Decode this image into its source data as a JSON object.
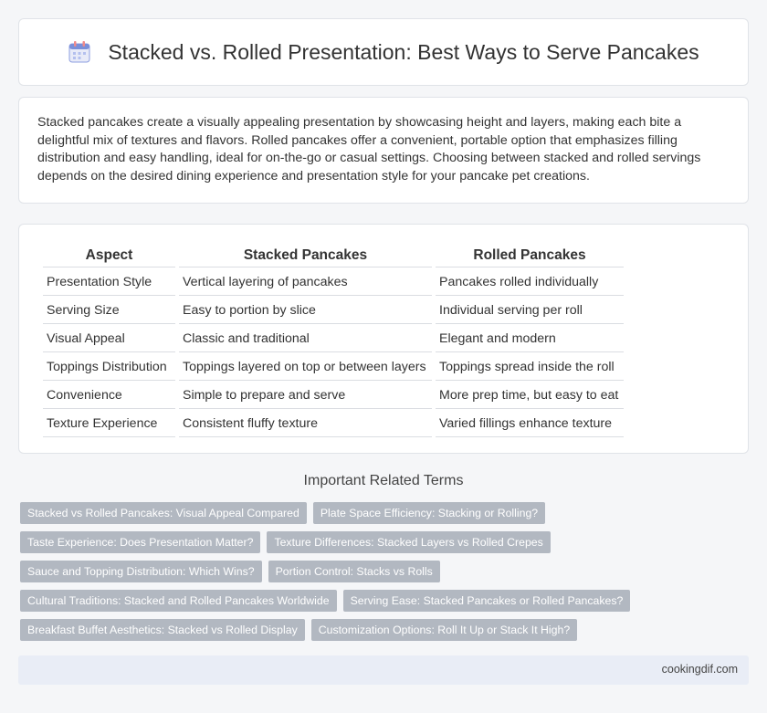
{
  "header": {
    "title": "Stacked vs. Rolled Presentation: Best Ways to Serve Pancakes",
    "icon": "calendar-icon"
  },
  "intro": {
    "text": "Stacked pancakes create a visually appealing presentation by showcasing height and layers, making each bite a delightful mix of textures and flavors. Rolled pancakes offer a convenient, portable option that emphasizes filling distribution and easy handling, ideal for on-the-go or casual settings. Choosing between stacked and rolled servings depends on the desired dining experience and presentation style for your pancake pet creations."
  },
  "table": {
    "headers": [
      "Aspect",
      "Stacked Pancakes",
      "Rolled Pancakes"
    ],
    "rows": [
      [
        "Presentation Style",
        "Vertical layering of pancakes",
        "Pancakes rolled individually"
      ],
      [
        "Serving Size",
        "Easy to portion by slice",
        "Individual serving per roll"
      ],
      [
        "Visual Appeal",
        "Classic and traditional",
        "Elegant and modern"
      ],
      [
        "Toppings Distribution",
        "Toppings layered on top or between layers",
        "Toppings spread inside the roll"
      ],
      [
        "Convenience",
        "Simple to prepare and serve",
        "More prep time, but easy to eat"
      ],
      [
        "Texture Experience",
        "Consistent fluffy texture",
        "Varied fillings enhance texture"
      ]
    ]
  },
  "related": {
    "title": "Important Related Terms",
    "tags": [
      "Stacked vs Rolled Pancakes: Visual Appeal Compared",
      "Plate Space Efficiency: Stacking or Rolling?",
      "Taste Experience: Does Presentation Matter?",
      "Texture Differences: Stacked Layers vs Rolled Crepes",
      "Sauce and Topping Distribution: Which Wins?",
      "Portion Control: Stacks vs Rolls",
      "Cultural Traditions: Stacked and Rolled Pancakes Worldwide",
      "Serving Ease: Stacked Pancakes or Rolled Pancakes?",
      "Breakfast Buffet Aesthetics: Stacked vs Rolled Display",
      "Customization Options: Roll It Up or Stack It High?"
    ]
  },
  "footer": {
    "site": "cookingdif.com"
  },
  "colors": {
    "tag_bg": "#b2b8c1",
    "footer_bg": "#e9edf6",
    "icon_accent": "#7a8fd9"
  }
}
